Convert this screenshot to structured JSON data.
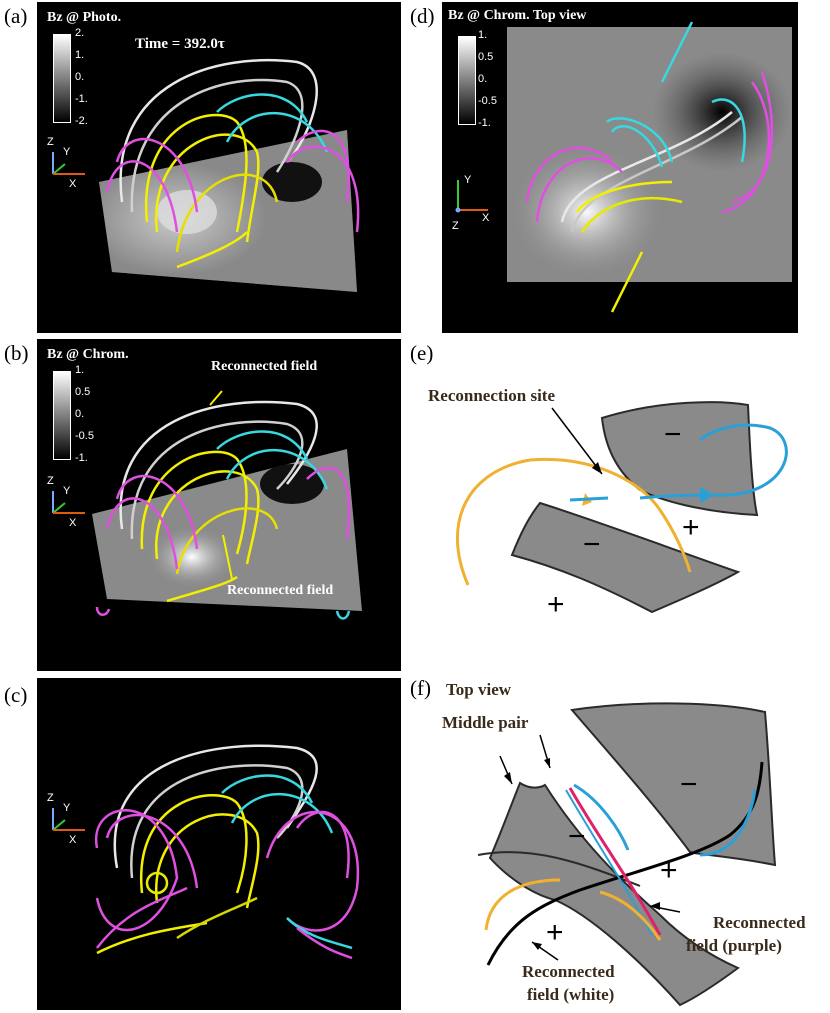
{
  "panels": {
    "a": {
      "label": "(a)",
      "title": "Bz @ Photo.",
      "time": "Time = 392.0τ",
      "colorbar": {
        "ticks": [
          "2.",
          "1.",
          "0.",
          "-1.",
          "-2."
        ]
      }
    },
    "b": {
      "label": "(b)",
      "title": "Bz @ Chrom.",
      "colorbar": {
        "ticks": [
          "1.",
          "0.5",
          "0.",
          "-0.5",
          "-1."
        ]
      },
      "annotation_top": "Reconnected field",
      "annotation_bottom": "Reconnected field"
    },
    "c": {
      "label": "(c)"
    },
    "d": {
      "label": "(d)",
      "title": "Bz @ Chrom. Top view",
      "colorbar": {
        "ticks": [
          "1.",
          "0.5",
          "0.",
          "-0.5",
          "-1."
        ]
      }
    },
    "e": {
      "label": "(e)",
      "site_label": "Reconnection site",
      "signs": {
        "upper_minus": "−",
        "right_plus": "+",
        "mid_minus": "−",
        "bottom_plus": "+"
      }
    },
    "f": {
      "label": "(f)",
      "title": "Top view",
      "middle_pair": "Middle pair",
      "purple_label_1": "Reconnected",
      "purple_label_2": "field (purple)",
      "white_label_1": "Reconnected",
      "white_label_2": "field (white)",
      "signs": {
        "upper_minus": "−",
        "mid_minus": "−",
        "right_plus": "+",
        "bottom_plus": "+"
      }
    }
  },
  "axes": {
    "z": "Z",
    "y": "Y",
    "x": "X"
  },
  "colors": {
    "white_field": "#e8e8e8",
    "yellow_field": "#f2f000",
    "cyan_field": "#38d8e0",
    "magenta_field": "#e050e0",
    "orange_line": "#f0b030",
    "blue_line": "#2aa0d8",
    "pink_line": "#e0206a",
    "gray_region": "#8a8a8a"
  }
}
